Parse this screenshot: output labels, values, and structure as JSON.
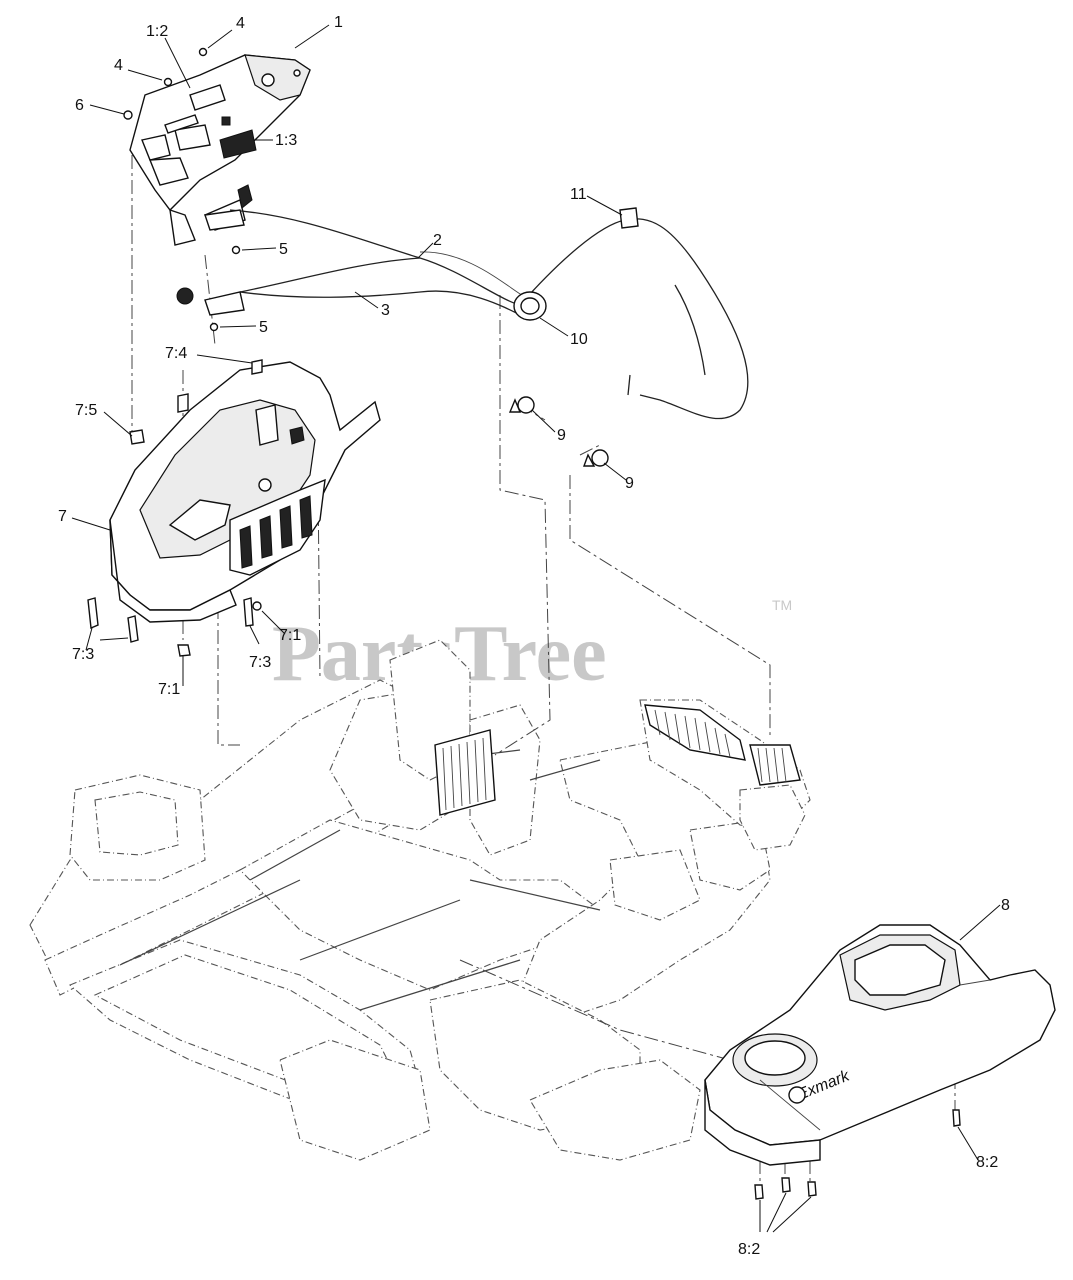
{
  "watermark": {
    "text": "PartsTree",
    "trademark": "TM"
  },
  "brand_on_part": "Exmark",
  "callouts": [
    {
      "id": "c-1",
      "text": "1"
    },
    {
      "id": "c-1-2",
      "text": "1:2"
    },
    {
      "id": "c-1-3",
      "text": "1:3"
    },
    {
      "id": "c-4a",
      "text": "4"
    },
    {
      "id": "c-4b",
      "text": "4"
    },
    {
      "id": "c-6",
      "text": "6"
    },
    {
      "id": "c-5a",
      "text": "5"
    },
    {
      "id": "c-5b",
      "text": "5"
    },
    {
      "id": "c-2",
      "text": "2"
    },
    {
      "id": "c-3",
      "text": "3"
    },
    {
      "id": "c-11",
      "text": "11"
    },
    {
      "id": "c-10",
      "text": "10"
    },
    {
      "id": "c-9a",
      "text": "9"
    },
    {
      "id": "c-9b",
      "text": "9"
    },
    {
      "id": "c-7-4",
      "text": "7:4"
    },
    {
      "id": "c-7-5",
      "text": "7:5"
    },
    {
      "id": "c-7",
      "text": "7"
    },
    {
      "id": "c-7-3a",
      "text": "7:3"
    },
    {
      "id": "c-7-3b",
      "text": "7:3"
    },
    {
      "id": "c-7-1a",
      "text": "7:1"
    },
    {
      "id": "c-7-1b",
      "text": "7:1"
    },
    {
      "id": "c-8",
      "text": "8"
    },
    {
      "id": "c-8-2a",
      "text": "8:2"
    },
    {
      "id": "c-8-2b",
      "text": "8:2"
    }
  ]
}
